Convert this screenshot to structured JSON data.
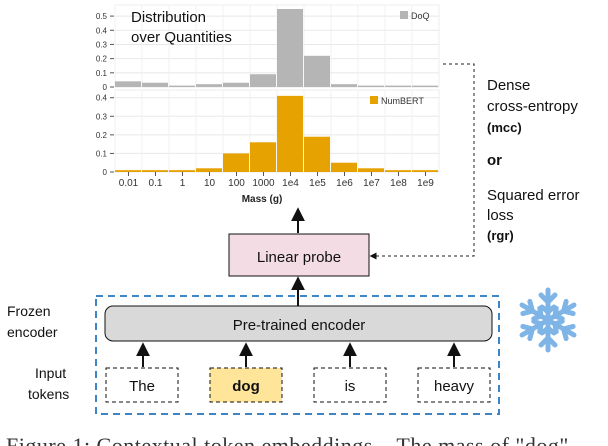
{
  "chart_data": [
    {
      "type": "bar",
      "title": "Distribution over Quantities",
      "title_lines": [
        "Distribution",
        "over Quantities"
      ],
      "series": [
        {
          "name": "DoQ",
          "values": [
            0.04,
            0.03,
            0.01,
            0.02,
            0.03,
            0.09,
            0.55,
            0.22,
            0.02,
            0.01,
            0.01,
            0.01
          ]
        }
      ],
      "bar_color": "#b5b5b5",
      "yticks": [
        "0",
        "0.1",
        "0.2",
        "0.3",
        "0.4",
        "0.5"
      ],
      "ylim": [
        0,
        0.55
      ],
      "legend_position": "top-right"
    },
    {
      "type": "bar",
      "title": "",
      "series": [
        {
          "name": "NumBERT",
          "values": [
            0.01,
            0.01,
            0.01,
            0.02,
            0.1,
            0.16,
            0.41,
            0.19,
            0.05,
            0.02,
            0.01,
            0.01
          ]
        }
      ],
      "bar_color": "#e6a200",
      "yticks": [
        "0",
        "0.1",
        "0.2",
        "0.3",
        "0.4"
      ],
      "ylim": [
        0,
        0.42
      ],
      "legend_position": "top-right"
    }
  ],
  "xaxis": {
    "ticks": [
      "0.01",
      "0.1",
      "1",
      "10",
      "100",
      "1000",
      "1e4",
      "1e5",
      "1e6",
      "1e7",
      "1e8",
      "1e9"
    ],
    "label": "Mass (g)"
  },
  "probe": {
    "label": "Linear probe",
    "fill": "#f4dce4"
  },
  "encoder": {
    "label": "Pre-trained encoder",
    "fill": "#d9d9d9"
  },
  "frozen_label": [
    "Frozen",
    "encoder"
  ],
  "input_label": [
    "Input",
    "tokens"
  ],
  "tokens": [
    {
      "text": "The",
      "highlight": false
    },
    {
      "text": "dog",
      "highlight": true
    },
    {
      "text": "is",
      "highlight": false
    },
    {
      "text": "heavy",
      "highlight": false
    }
  ],
  "loss": {
    "mcc_lines": [
      "Dense",
      "cross-entropy"
    ],
    "mcc_abbrev": "(mcc)",
    "or": "or",
    "rgr_lines": [
      "Squared error",
      "loss"
    ],
    "rgr_abbrev": "(rgr)"
  },
  "caption_fragment": "Figure 1: Contextual token embeddings... The mass of \"dog\"",
  "colors": {
    "dashed_box": "#3d85c6",
    "highlight": "#ffe599",
    "snowflake": "#7fb4e6"
  }
}
